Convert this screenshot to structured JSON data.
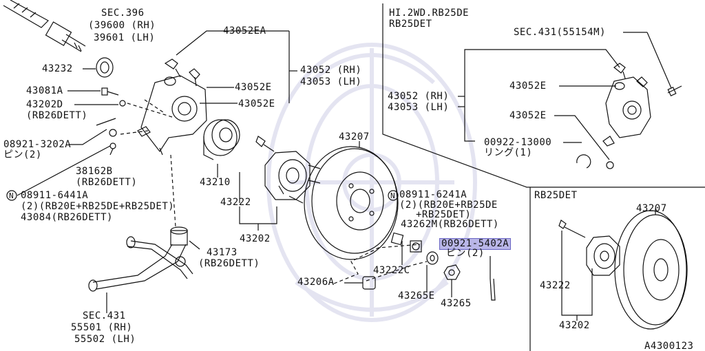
{
  "labels": {
    "sec396_title": "SEC.396",
    "sec396_rh": "(39600 (RH)",
    "sec396_lh": "39601 (LH)",
    "p43232": "43232",
    "p43081a": "43081A",
    "p43202d": "43202D",
    "p43202d_note": "(RB26DETT)",
    "p08921_3202a": "08921-3202A",
    "p08921_3202a_note": "ピン(2)",
    "p38162b": "38162B",
    "p38162b_note": "(RB26DETT)",
    "p08911_6441a": "08911-6441A",
    "p08911_6441a_note": "(2)(RB20E+RB25DE+RB25DET)",
    "p43084": "43084(RB26DETT)",
    "p43052ea": "43052EA",
    "p43052_rh": "43052 (RH)",
    "p43053_lh": "43053 (LH)",
    "p43052e_a": "43052E",
    "p43052e_b": "43052E",
    "p43210": "43210",
    "p43222": "43222",
    "p43202": "43202",
    "p43207": "43207",
    "p43173": "43173",
    "p43173_note": "(RB26DETT)",
    "sec431_title": "SEC.431",
    "sec431_rh": "55501 (RH)",
    "sec431_lh": "55502 (LH)",
    "p43206a": "43206A",
    "p43222c": "43222C",
    "p43265e": "43265E",
    "p43265": "43265",
    "p08911_6241a": "08911-6241A",
    "p08911_6241a_note1": "(2)(RB20E+RB25DE",
    "p08911_6241a_note2": "+RB25DET)",
    "p43262m": "43262M(RB26DETT)",
    "p00921_5402a": "00921-5402A",
    "p00921_5402a_note": "ピン(2)",
    "inset1_title1": "HI.2WD.RB25DE",
    "inset1_title2": "RB25DET",
    "inset1_sec431": "SEC.431(55154M)",
    "inset1_43052e_a": "43052E",
    "inset1_43052_rh": "43052 (RH)",
    "inset1_43053_lh": "43053 (LH)",
    "inset1_43052e_b": "43052E",
    "inset1_00922": "00922-13000",
    "inset1_00922_note": "リング(1)",
    "inset2_title": "RB25DET",
    "inset2_43207": "43207",
    "inset2_43222": "43222",
    "inset2_43202": "43202",
    "diagram_id": "A4300123",
    "circled_n": "N"
  },
  "highlight": {
    "part": "00921-5402A",
    "color": "#b9b6e8"
  }
}
